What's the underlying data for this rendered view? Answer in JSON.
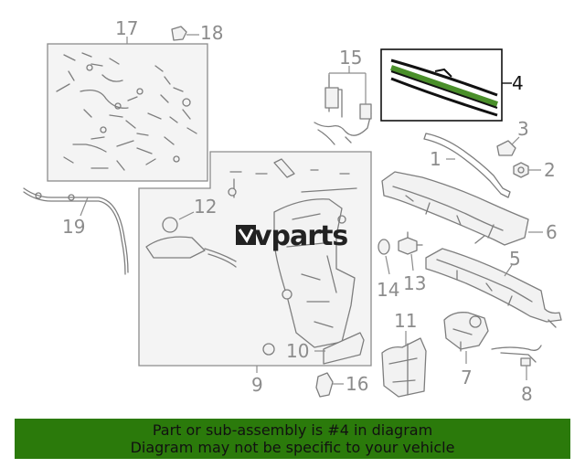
{
  "watermark": "vparts",
  "callouts": {
    "c1": "1",
    "c2": "2",
    "c3": "3",
    "c4": "4",
    "c5": "5",
    "c6": "6",
    "c7": "7",
    "c8": "8",
    "c9": "9",
    "c10": "10",
    "c11": "11",
    "c12": "12",
    "c13": "13",
    "c14": "14",
    "c15": "15",
    "c16": "16",
    "c17": "17",
    "c18": "18",
    "c19": "19"
  },
  "highlight_callout": "4",
  "banner": {
    "line1": "Part or sub-assembly is #4 in diagram",
    "line2": "Diagram may not be specific to your vehicle",
    "color": "#2b7a0b"
  }
}
